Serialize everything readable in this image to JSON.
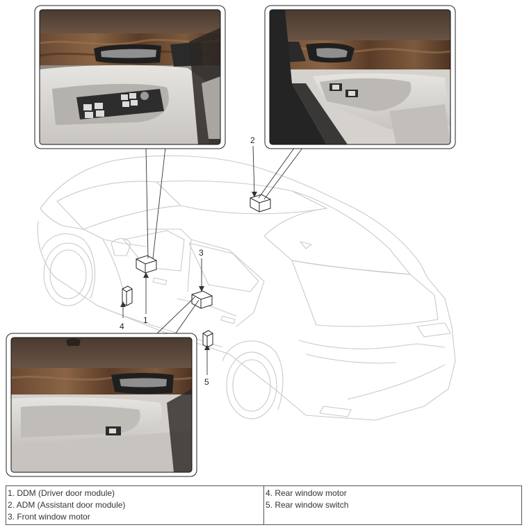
{
  "callouts": {
    "n1": "1",
    "n2": "2",
    "n3": "3",
    "n4": "4",
    "n5": "5"
  },
  "legend": {
    "left": [
      "1. DDM (Driver door module)",
      "2. ADM (Assistant door module)",
      "3. Front window motor"
    ],
    "right": [
      "4. Rear window motor",
      "5. Rear window switch"
    ]
  },
  "colors": {
    "outline": "#c9c9c9",
    "leader": "#333333",
    "wood": "#5a3a26",
    "panel": "#d9d7d3",
    "dark_trim": "#1d1d1d"
  }
}
